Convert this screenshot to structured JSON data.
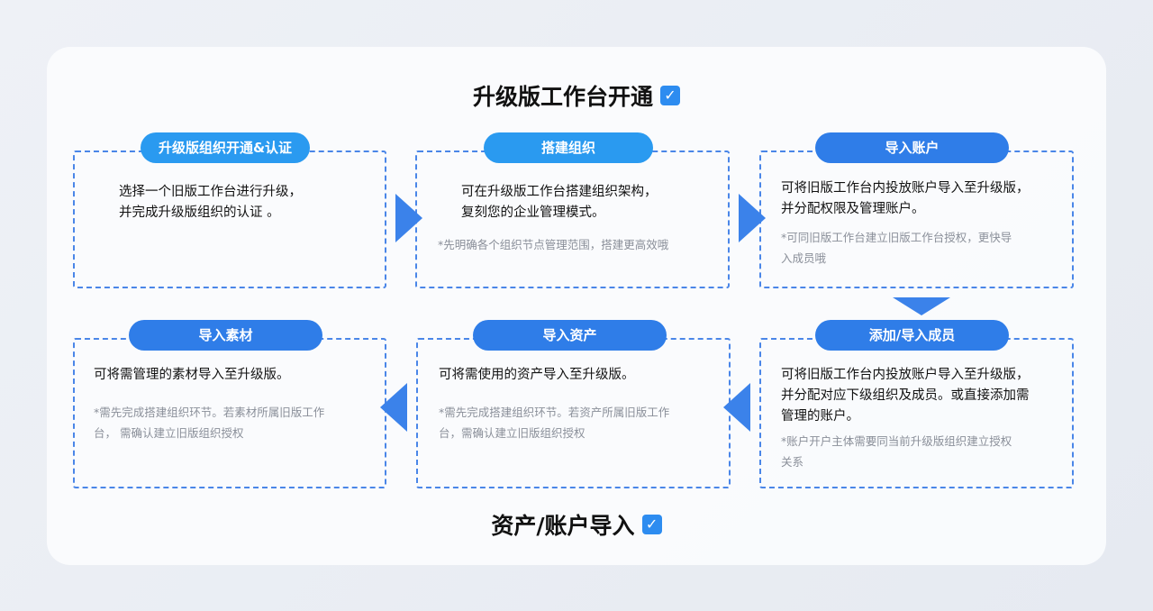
{
  "top_title": "升级版工作台开通",
  "bottom_title": "资产/账户导入",
  "steps": [
    {
      "label": "升级版组织开通&认证",
      "main": [
        "选择一个旧版工作台进行升级，",
        "并完成升级版组织的认证 。"
      ],
      "note": []
    },
    {
      "label": "搭建组织",
      "main": [
        "可在升级版工作台搭建组织架构，",
        "复刻您的企业管理模式。"
      ],
      "note": [
        "*先明确各个组织节点管理范围，搭建更高效哦"
      ]
    },
    {
      "label": "导入账户",
      "main": [
        "可将旧版工作台内投放账户导入至升级版，",
        "并分配权限及管理账户。"
      ],
      "note": [
        "*可同旧版工作台建立旧版工作台授权，更快导",
        "入成员哦"
      ]
    },
    {
      "label": "添加/导入成员",
      "main": [
        "可将旧版工作台内投放账户导入至升级版，",
        "并分配对应下级组织及成员。或直接添加需",
        "管理的账户。"
      ],
      "note": [
        "*账户开户主体需要同当前升级版组织建立授权",
        "关系"
      ]
    },
    {
      "label": "导入资产",
      "main": [
        "可将需使用的资产导入至升级版。"
      ],
      "note": [
        "*需先完成搭建组织环节。若资产所属旧版工作",
        "台，需确认建立旧版组织授权"
      ]
    },
    {
      "label": "导入素材",
      "main": [
        "可将需管理的素材导入至升级版。"
      ],
      "note": [
        "*需先完成搭建组织环节。若素材所属旧版工作",
        "台， 需确认建立旧版组织授权"
      ]
    }
  ],
  "check_glyph": "✓"
}
